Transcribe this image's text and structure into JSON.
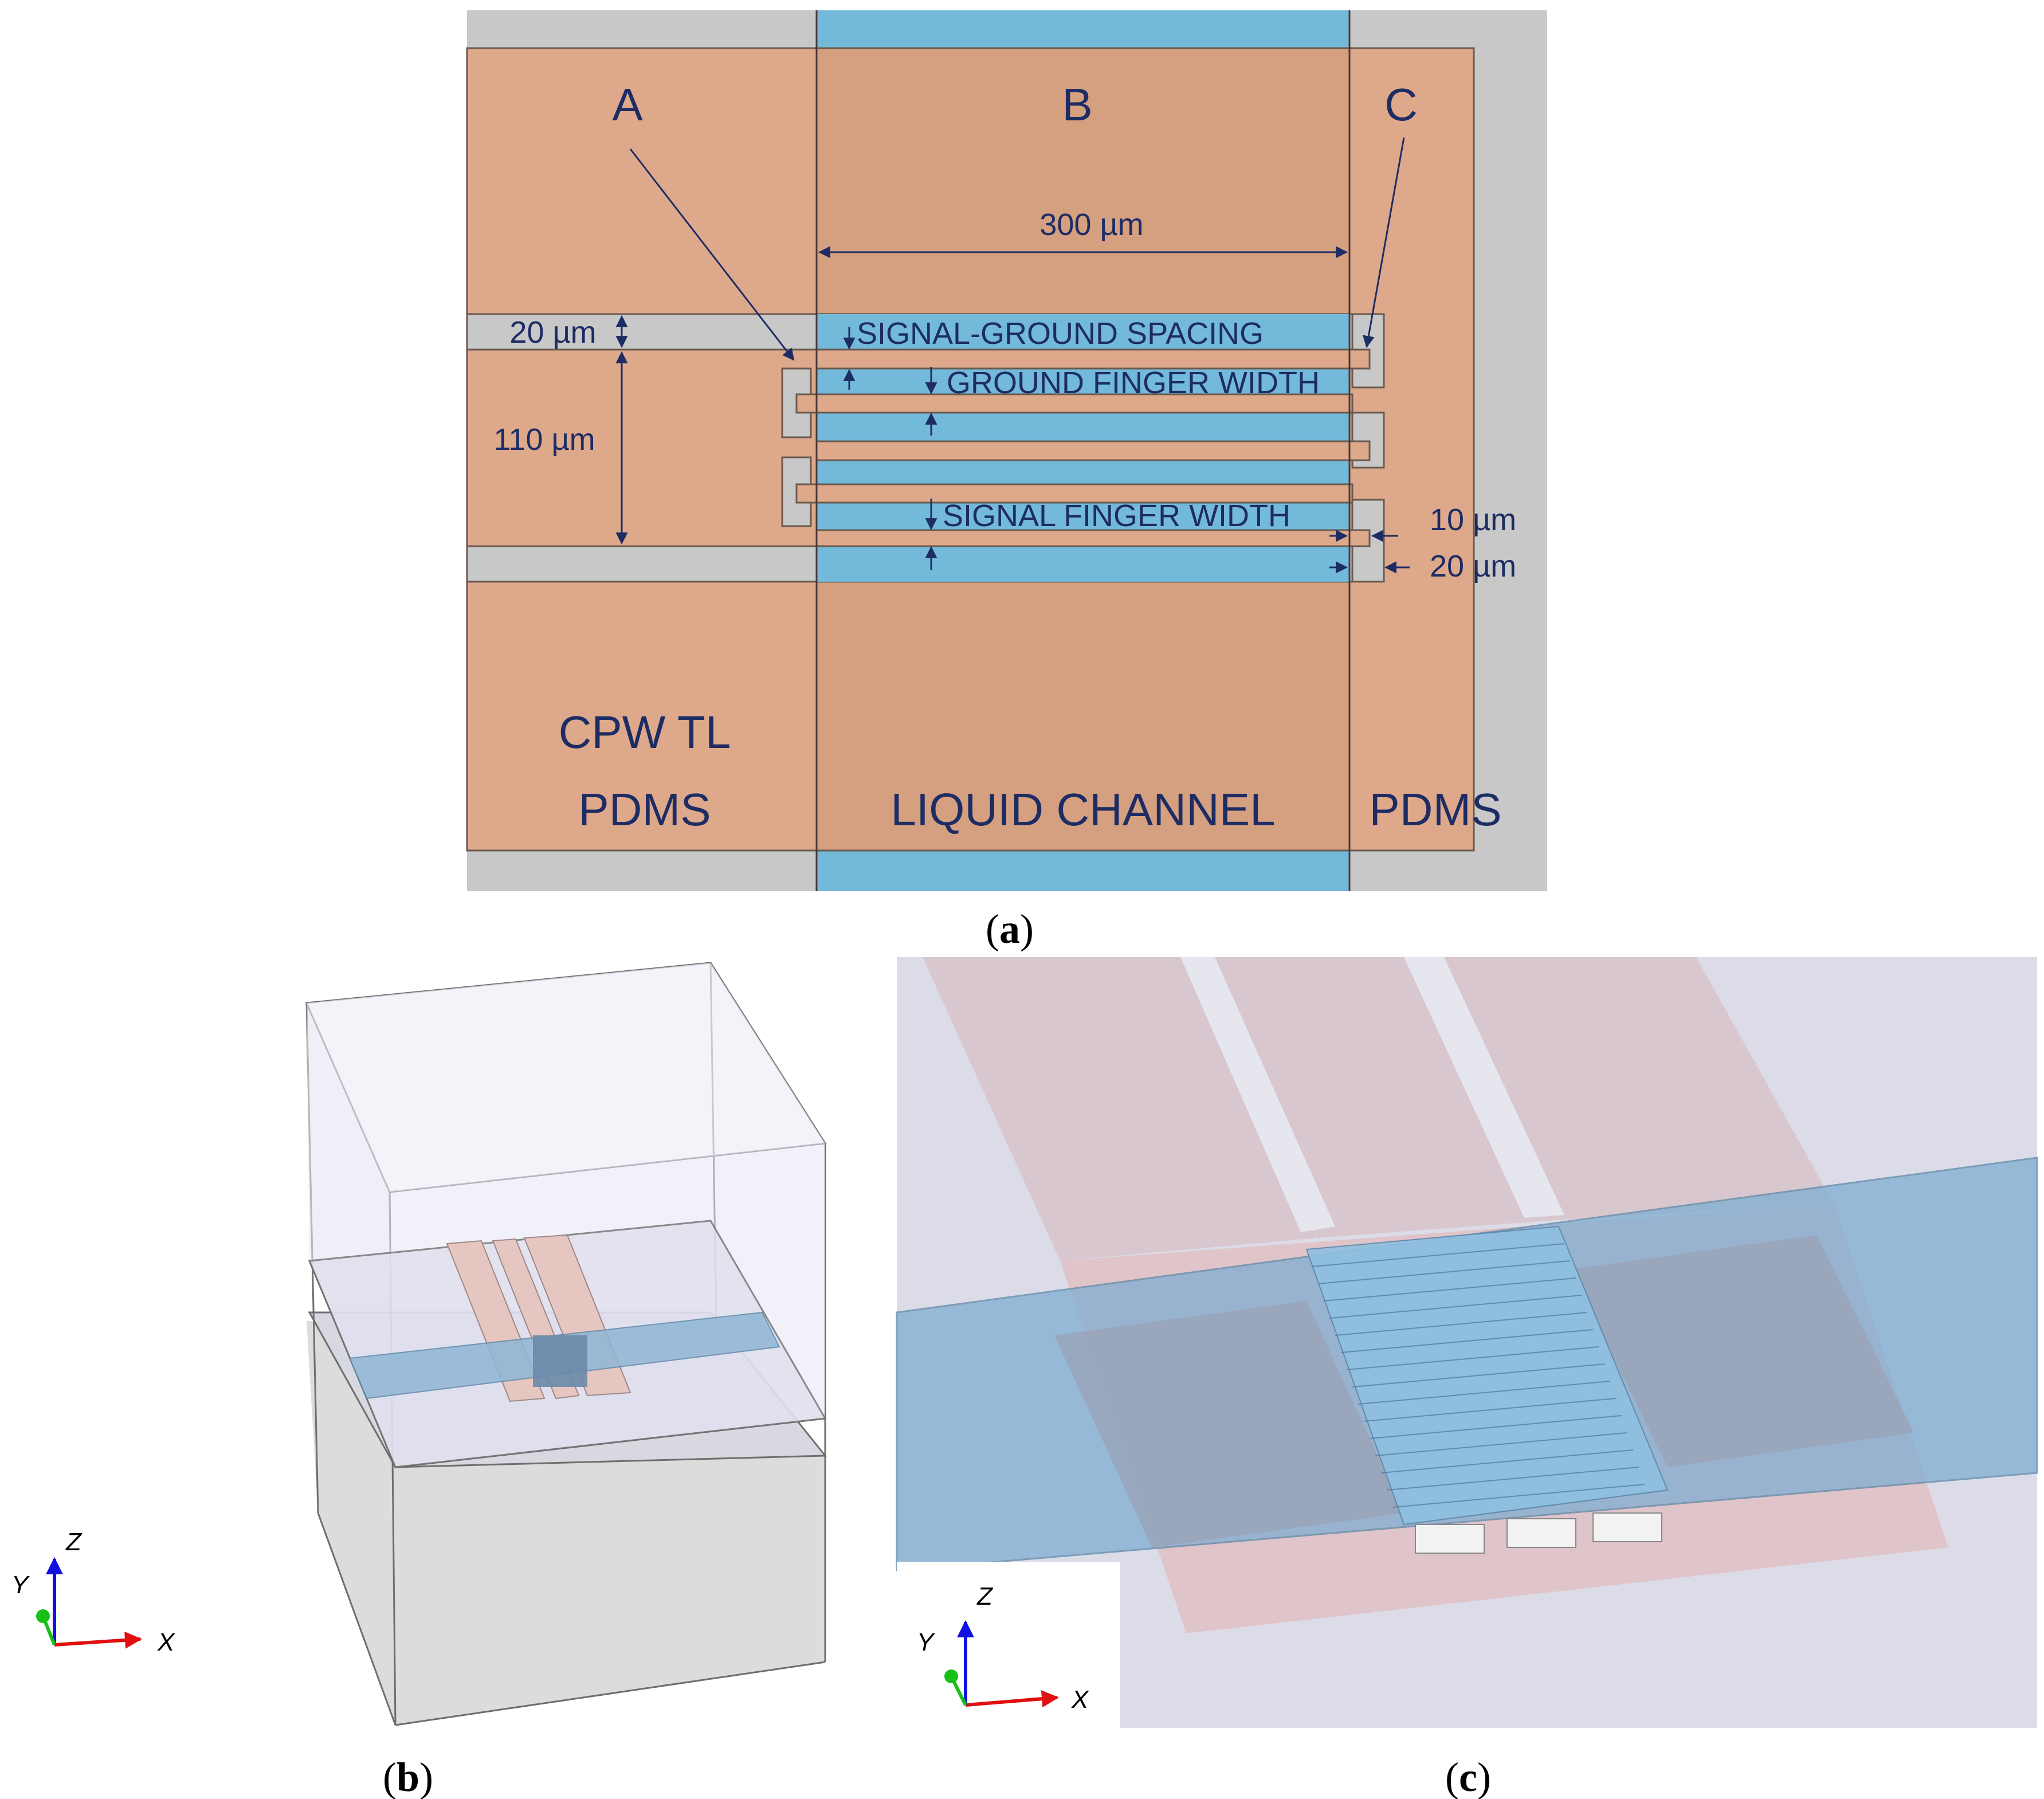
{
  "panel_a": {
    "region_a_label": "A",
    "region_b_label": "B",
    "region_c_label": "C",
    "dim_300": "300 µm",
    "dim_20_left": "20 µm",
    "dim_110": "110 µm",
    "dim_10_right": "10 µm",
    "dim_20_right": "20 µm",
    "signal_ground_spacing": "SIGNAL-GROUND SPACING",
    "ground_finger_width": "GROUND FINGER WIDTH",
    "signal_finger_width": "SIGNAL FINGER WIDTH",
    "cpw_label_line1": "CPW TL",
    "cpw_label_line2": "PDMS",
    "channel_label": "LIQUID CHANNEL",
    "pdms_right_label": "PDMS"
  },
  "captions": {
    "a": "a",
    "b": "b",
    "c": "c"
  },
  "axes": {
    "z": "Z",
    "y": "Y",
    "x": "X"
  },
  "colors": {
    "pdms": "#dea98b",
    "channel": "#73b9d9",
    "channel_over_pdms": "#d4a080",
    "metal": "#c8c8c8",
    "label": "#1e2c64",
    "dim_line": "#1e2c64"
  }
}
